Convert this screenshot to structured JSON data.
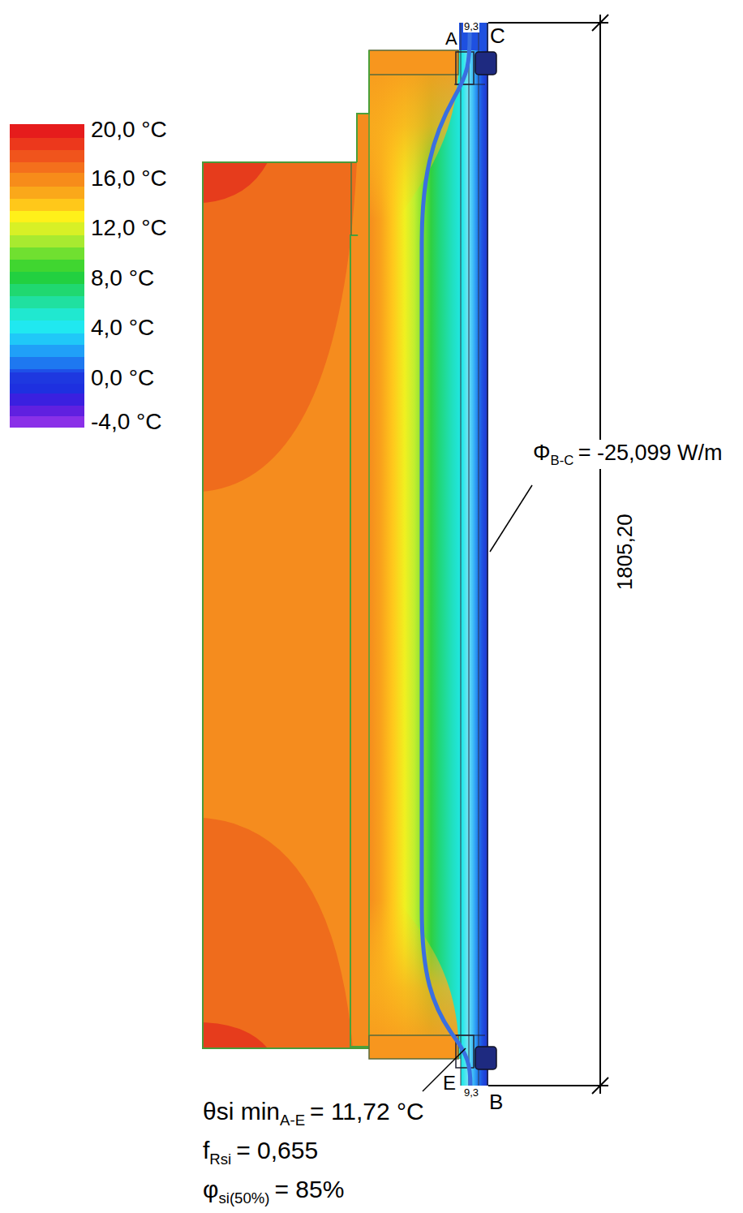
{
  "diagram": {
    "labels": [
      "9,3",
      "A",
      "C",
      "Φ",
      "B-C",
      "= -25,099 W/m",
      "1805,20",
      "E",
      "9,3",
      "B",
      "θsi min",
      "A-E",
      "= 11,72 °C",
      "f",
      "Rsi",
      "= 0,655",
      "φ",
      "si(50%)",
      "= 85%"
    ],
    "legend": [
      {
        "text": "20,0 °C",
        "color": "#e61c1c"
      },
      {
        "text": "16,0 °C",
        "color": "#f78c1a"
      },
      {
        "text": "12,0 °C",
        "color": "#d8f026"
      },
      {
        "text": "8,0 °C",
        "color": "#22d040"
      },
      {
        "text": "4,0 °C",
        "color": "#20e8f0"
      },
      {
        "text": "0,0 °C",
        "color": "#1e38e0"
      },
      {
        "text": "-4,0 °C",
        "color": "#8a30e8"
      }
    ]
  }
}
